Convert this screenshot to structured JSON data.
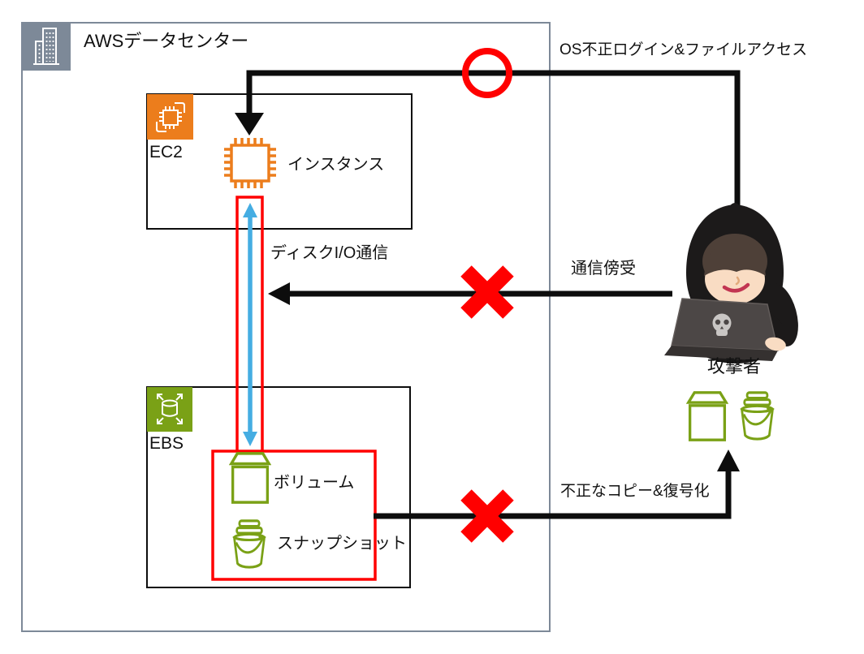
{
  "title": "AWSデータセンター",
  "ec2": {
    "label": "EC2",
    "instance": "インスタンス"
  },
  "ebs": {
    "label": "EBS",
    "volume": "ボリューム",
    "snapshot": "スナップショット"
  },
  "attacker": {
    "label": "攻撃者"
  },
  "flows": {
    "disk_io": "ディスクI/O通信"
  },
  "attacks": {
    "os_login": "OS不正ログイン&ファイルアクセス",
    "eavesdrop": "通信傍受",
    "copy": "不正なコピー&復号化"
  },
  "icons": {
    "datacenter": "building-icon",
    "ec2_service": "ec2-service-icon",
    "ec2_instance": "cpu-chip-icon",
    "ebs_service": "ebs-service-icon",
    "volume": "volume-box-icon",
    "snapshot": "bucket-icon",
    "attacker": "hooded-hacker-icon",
    "blocked": "red-cross-icon",
    "success": "red-circle-icon"
  },
  "colors": {
    "aws_gray": "#7D8998",
    "ec2_orange": "#EC7D1C",
    "ebs_green": "#7AA116",
    "alert_red": "#FF0000",
    "io_blue": "#45ADE2",
    "line_black": "#0D0D0D",
    "text": "#111111"
  }
}
